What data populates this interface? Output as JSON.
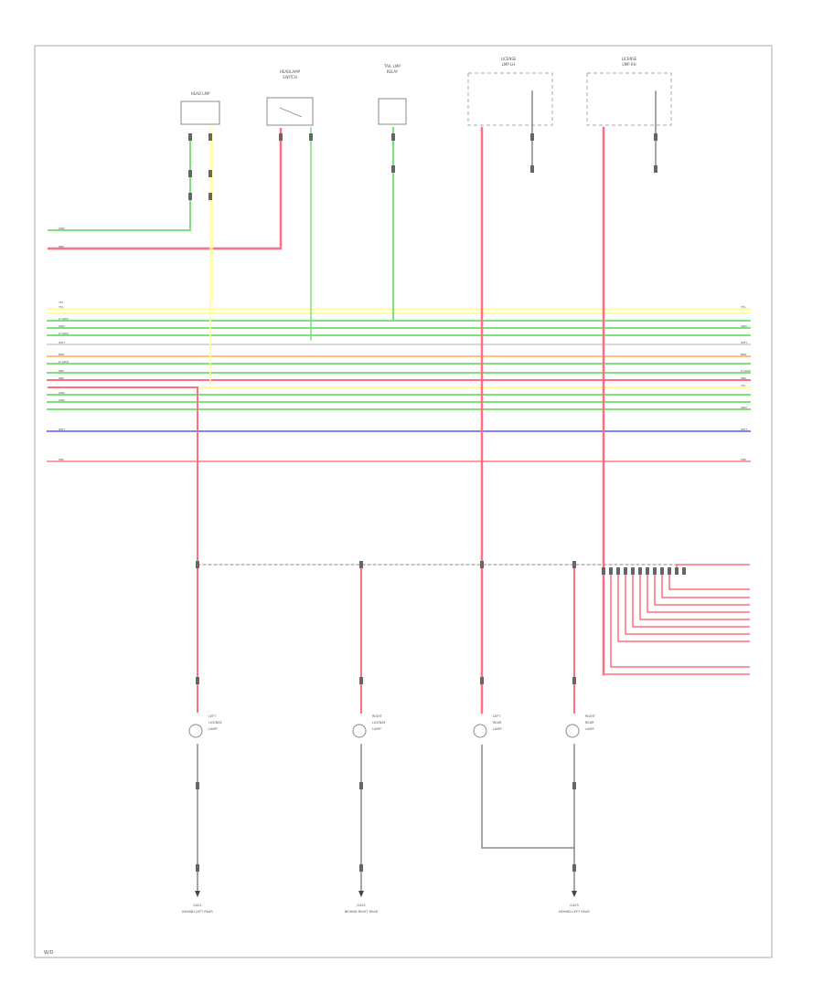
{
  "colors": {
    "red": "#ff6f7f",
    "pink": "#ff9aa6",
    "green": "#7fe07f",
    "yellow": "#ffff99",
    "blue": "#8080ff",
    "gray": "#888888",
    "lightgray": "#d8d8d8",
    "orange": "#ffc080"
  },
  "components": {
    "headlamp": {
      "title": "HEAD LMP"
    },
    "switch": {
      "title": "HEADLAMP",
      "sub": "SWITCH"
    },
    "relay": {
      "title": "TAIL LMP",
      "sub": "RELAY"
    },
    "lamp1": {
      "title": "LICENSE",
      "sub": "LMP LH"
    },
    "lamp2": {
      "title": "LICENSE",
      "sub": "LMP RH"
    }
  },
  "left_labels": [
    "GRN",
    "PNK",
    "YEL",
    "YEL",
    "LT GRN",
    "GRN",
    "LT GRN",
    "WHT",
    "BRN",
    "LT GRN",
    "PNK",
    "PNK",
    "GRN",
    "GRN",
    "WHT",
    "PNK"
  ],
  "right_labels": [
    "YEL",
    "GRN",
    "WHT",
    "BRN",
    "LT GRN",
    "PNK",
    "YEL",
    "GRN",
    "WHT",
    "PNK"
  ],
  "bulbs": [
    {
      "l1": "LEFT",
      "l2": "LICENSE",
      "l3": "LAMP"
    },
    {
      "l1": "RIGHT",
      "l2": "LICENSE",
      "l3": "LAMP"
    },
    {
      "l1": "LEFT",
      "l2": "REAR",
      "l3": "LAMP"
    },
    {
      "l1": "RIGHT",
      "l2": "REAR",
      "l3": "LAMP"
    }
  ],
  "grounds": [
    {
      "l1": "G401",
      "l2": "BEHIND LEFT REAR"
    },
    {
      "l1": "G402",
      "l2": "BEHIND RIGHT REAR"
    },
    {
      "l1": "G403",
      "l2": "BEHIND LEFT REAR"
    }
  ],
  "footer": "W/D"
}
